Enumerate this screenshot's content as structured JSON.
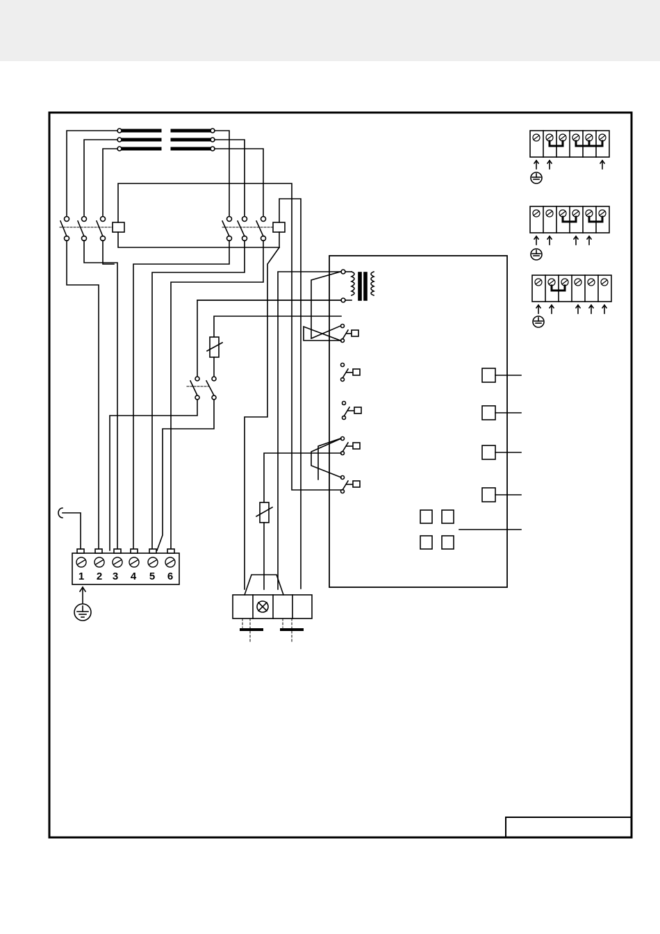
{
  "terminal_block": {
    "numbers": [
      "1",
      "2",
      "3",
      "4",
      "5",
      "6"
    ]
  },
  "colors": {
    "ink": "#000000",
    "paper": "#ffffff",
    "header_band": "#eeeeee"
  },
  "icons": [
    "ground-icon",
    "lamp-icon",
    "screw-terminal-icon",
    "transformer-icon",
    "fuse-icon",
    "switch-icon"
  ]
}
